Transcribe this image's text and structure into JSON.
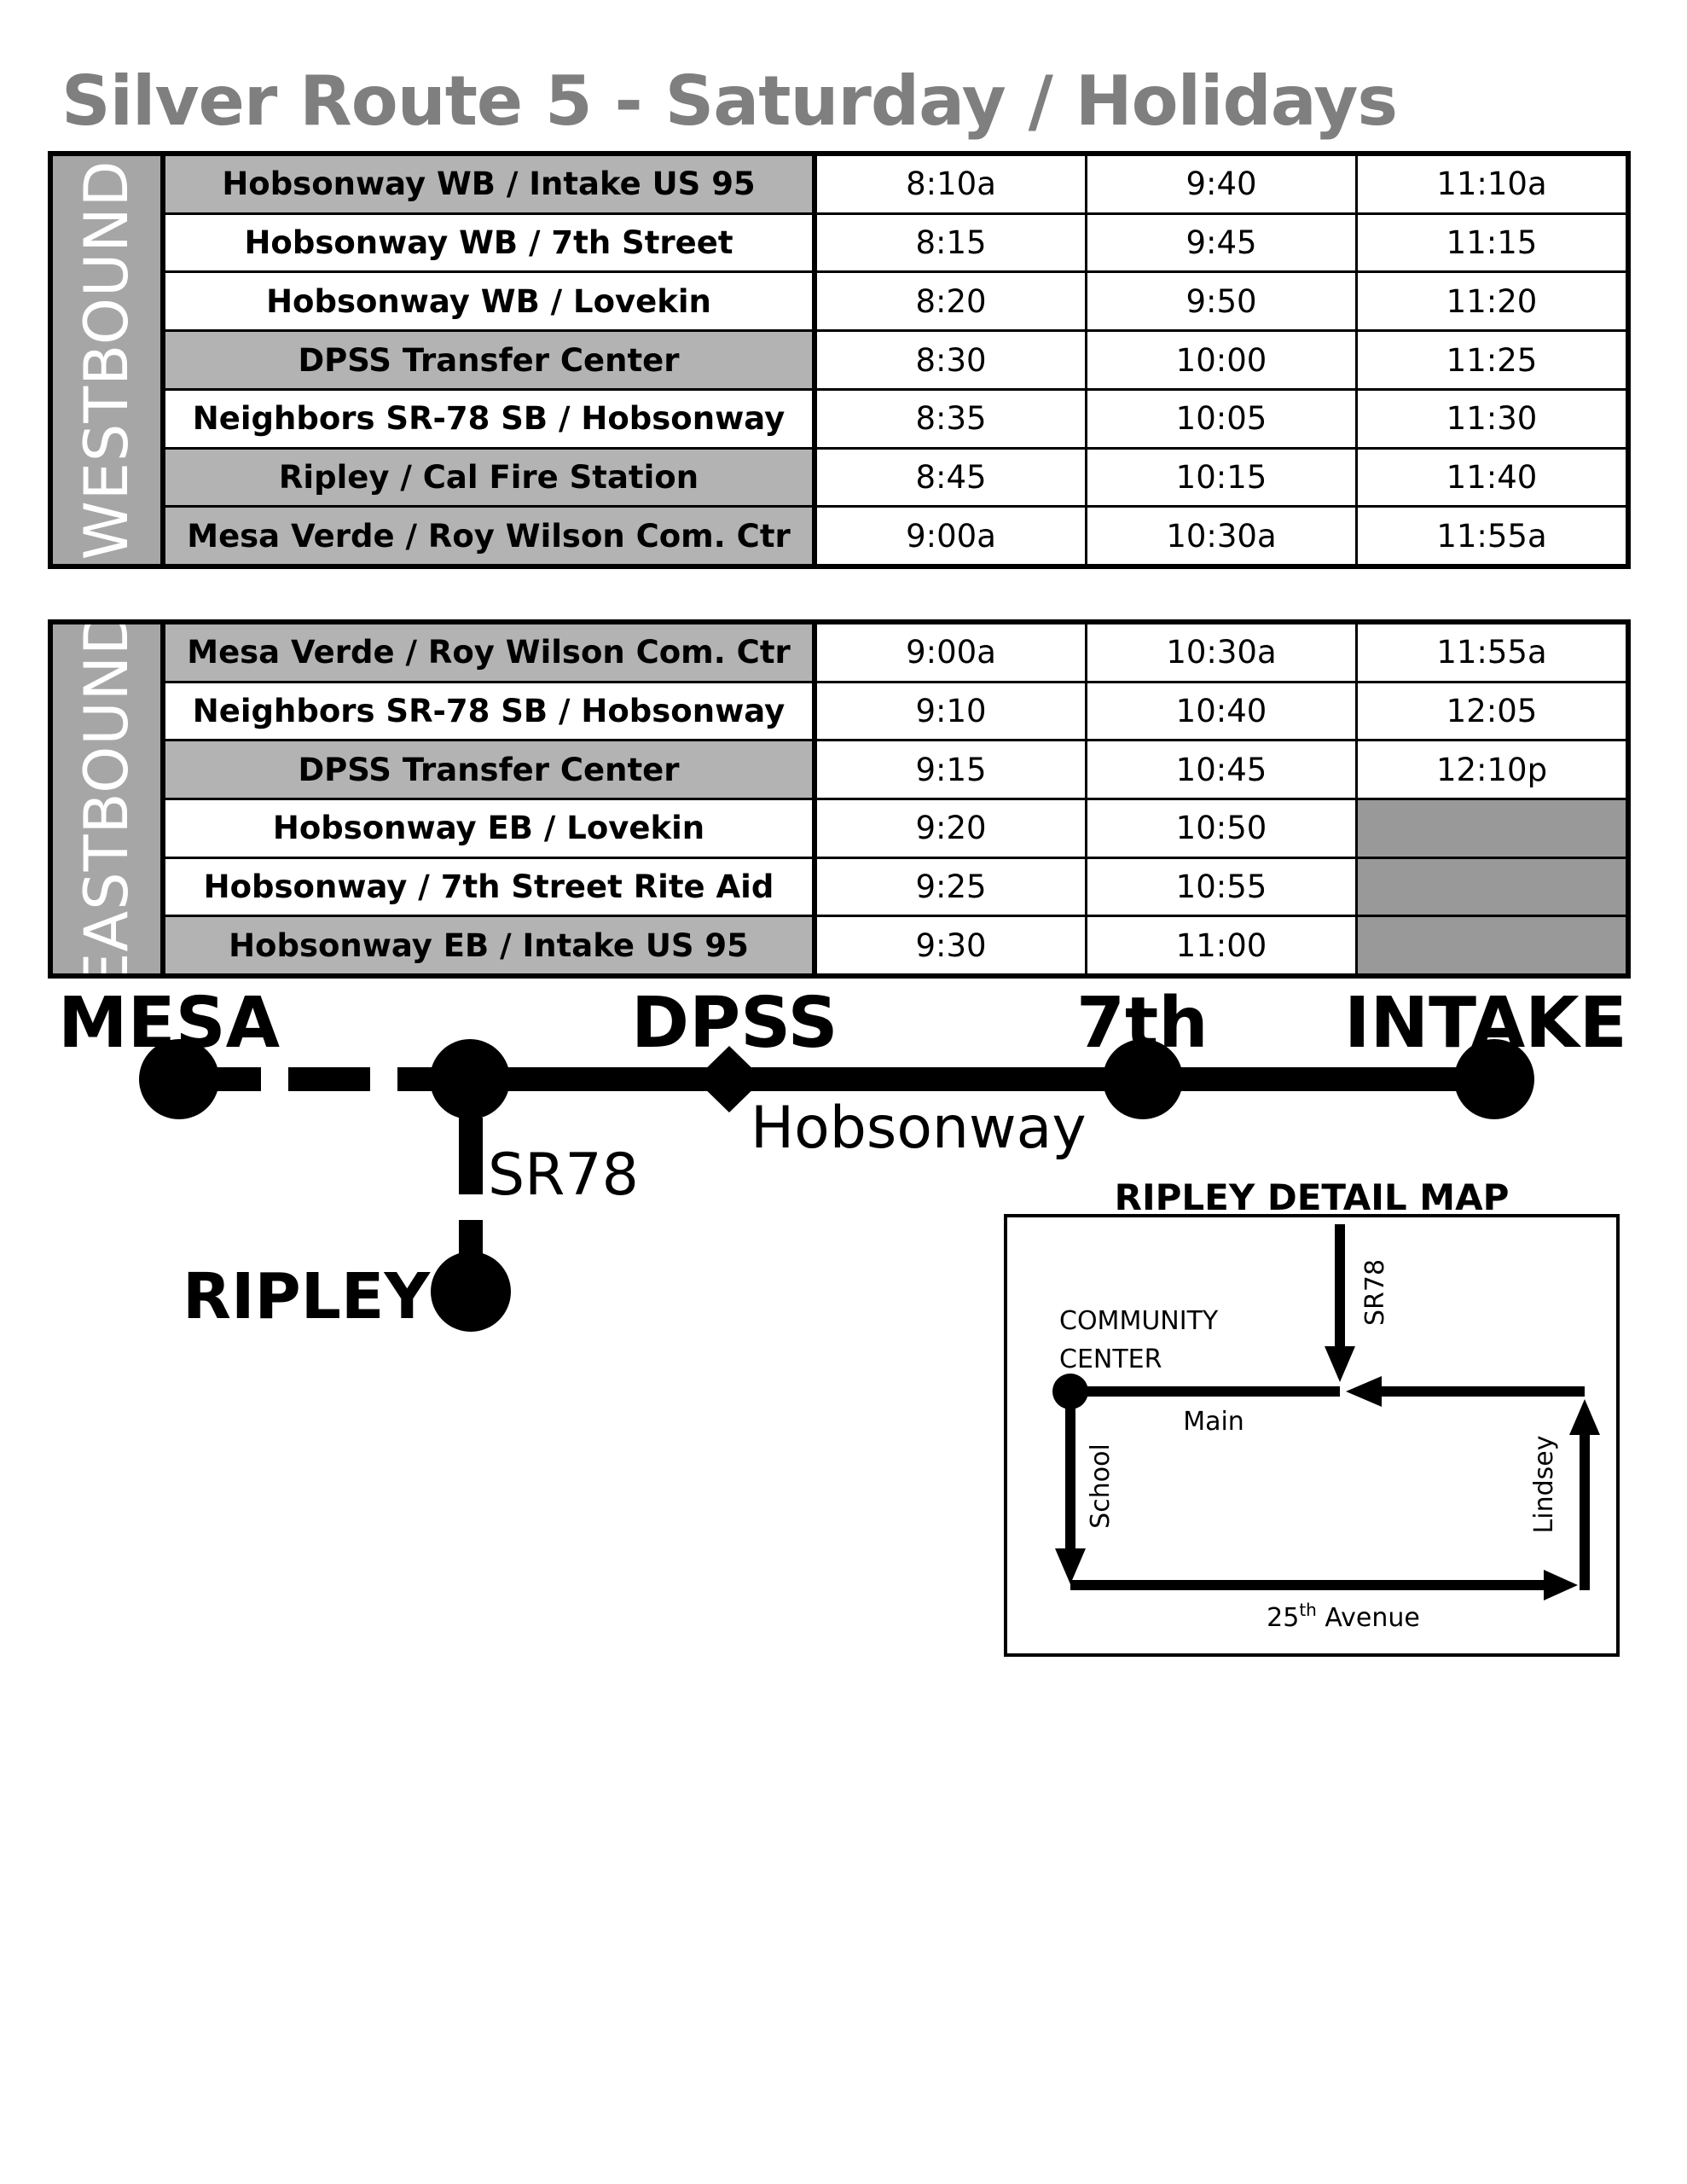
{
  "title": "Silver Route 5 - Saturday /  Holidays",
  "westbound": {
    "label": "WESTBOUND",
    "rows": [
      {
        "stop": "Hobsonway WB / Intake US 95",
        "times": [
          "8:10a",
          "9:40",
          "11:10a"
        ]
      },
      {
        "stop": "Hobsonway WB / 7th Street",
        "times": [
          "8:15",
          "9:45",
          "11:15"
        ]
      },
      {
        "stop": "Hobsonway WB / Lovekin",
        "times": [
          "8:20",
          "9:50",
          "11:20"
        ]
      },
      {
        "stop": "DPSS Transfer Center",
        "times": [
          "8:30",
          "10:00",
          "11:25"
        ]
      },
      {
        "stop": "Neighbors SR-78 SB / Hobsonway",
        "times": [
          "8:35",
          "10:05",
          "11:30"
        ]
      },
      {
        "stop": "Ripley / Cal Fire Station",
        "times": [
          "8:45",
          "10:15",
          "11:40"
        ]
      },
      {
        "stop": "Mesa Verde / Roy Wilson Com. Ctr",
        "times": [
          "9:00a",
          "10:30a",
          "11:55a"
        ]
      }
    ]
  },
  "eastbound": {
    "label": "EASTBOUND",
    "rows": [
      {
        "stop": "Mesa Verde / Roy Wilson Com. Ctr",
        "times": [
          "9:00a",
          "10:30a",
          "11:55a"
        ]
      },
      {
        "stop": "Neighbors SR-78 SB / Hobsonway",
        "times": [
          "9:10",
          "10:40",
          "12:05"
        ]
      },
      {
        "stop": "DPSS Transfer Center",
        "times": [
          "9:15",
          "10:45",
          "12:10p"
        ]
      },
      {
        "stop": "Hobsonway EB / Lovekin",
        "times": [
          "9:20",
          "10:50",
          ""
        ]
      },
      {
        "stop": "Hobsonway / 7th Street Rite Aid",
        "times": [
          "9:25",
          "10:55",
          ""
        ]
      },
      {
        "stop": "Hobsonway EB / Intake US 95",
        "times": [
          "9:30",
          "11:00",
          ""
        ]
      }
    ]
  },
  "route_map": {
    "mesa": "MESA",
    "dpss": "DPSS",
    "seventh": "7th",
    "intake": "INTAKE",
    "hobsonway": "Hobsonway",
    "sr78": "SR78",
    "ripley": "RIPLEY"
  },
  "detail_map": {
    "title": "RIPLEY DETAIL MAP",
    "sr78": "SR78",
    "community_center_line1": "COMMUNITY",
    "community_center_line2": "CENTER",
    "main": "Main",
    "school": "School",
    "lindsey": "Lindsey",
    "avenue_num": "25",
    "avenue_sup": "th",
    "avenue_rest": " Avenue"
  },
  "colors": {
    "title_gray": "#7f7f7f",
    "shade": "#b3b3b3",
    "label_bg": "#a6a6a6",
    "blank_cell": "#999999"
  }
}
